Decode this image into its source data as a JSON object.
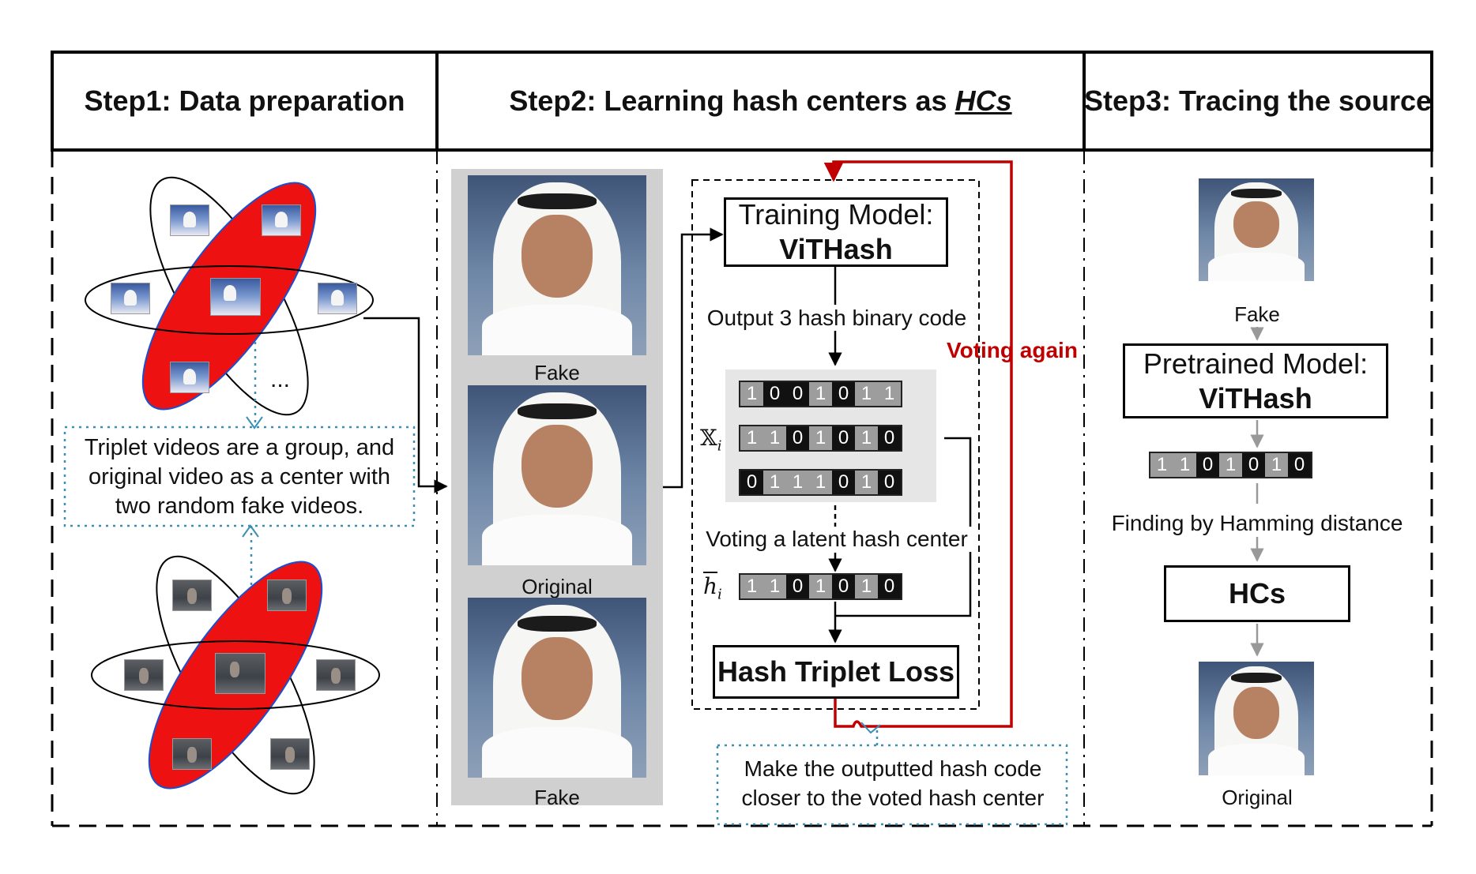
{
  "headers": {
    "step1": "Step1: Data preparation",
    "step2_prefix": "Step2: Learning hash centers as ",
    "step2_emph": "HCs",
    "step3": "Step3: Tracing the source"
  },
  "step1": {
    "ellipsis": "...",
    "note": "Triplet videos are a group, and original video as a center with two random fake videos."
  },
  "step2": {
    "frames": [
      "Fake",
      "Original",
      "Fake"
    ],
    "training_model_line1": "Training Model:",
    "training_model_line2": "ViTHash",
    "output_label": "Output 3 hash binary code",
    "x_symbol": "𝕏",
    "x_sub": "i",
    "codes": [
      [
        1,
        0,
        0,
        1,
        0,
        1,
        1
      ],
      [
        1,
        1,
        0,
        1,
        0,
        1,
        0
      ],
      [
        0,
        1,
        1,
        1,
        0,
        1,
        0
      ]
    ],
    "voting_label": "Voting a latent hash center",
    "h_symbol": "h",
    "h_sub": "i",
    "center_code": [
      1,
      1,
      0,
      1,
      0,
      1,
      0
    ],
    "loss_label": "Hash Triplet Loss",
    "voting_again": "Voting again",
    "note": "Make the outputted hash code closer to the voted hash center"
  },
  "step3": {
    "fake_label": "Fake",
    "pretrained_line1": "Pretrained Model:",
    "pretrained_line2": "ViTHash",
    "code": [
      1,
      1,
      0,
      1,
      0,
      1,
      0
    ],
    "finding_label": "Finding by Hamming distance",
    "hcs_label": "HCs",
    "original_label": "Original"
  },
  "colors": {
    "ellipse_fill": "#ee1111",
    "voting_again": "#c00000",
    "dotted_note": "#3a8fb5",
    "bit_one": "#9d9d9d",
    "bit_zero": "#111111"
  }
}
